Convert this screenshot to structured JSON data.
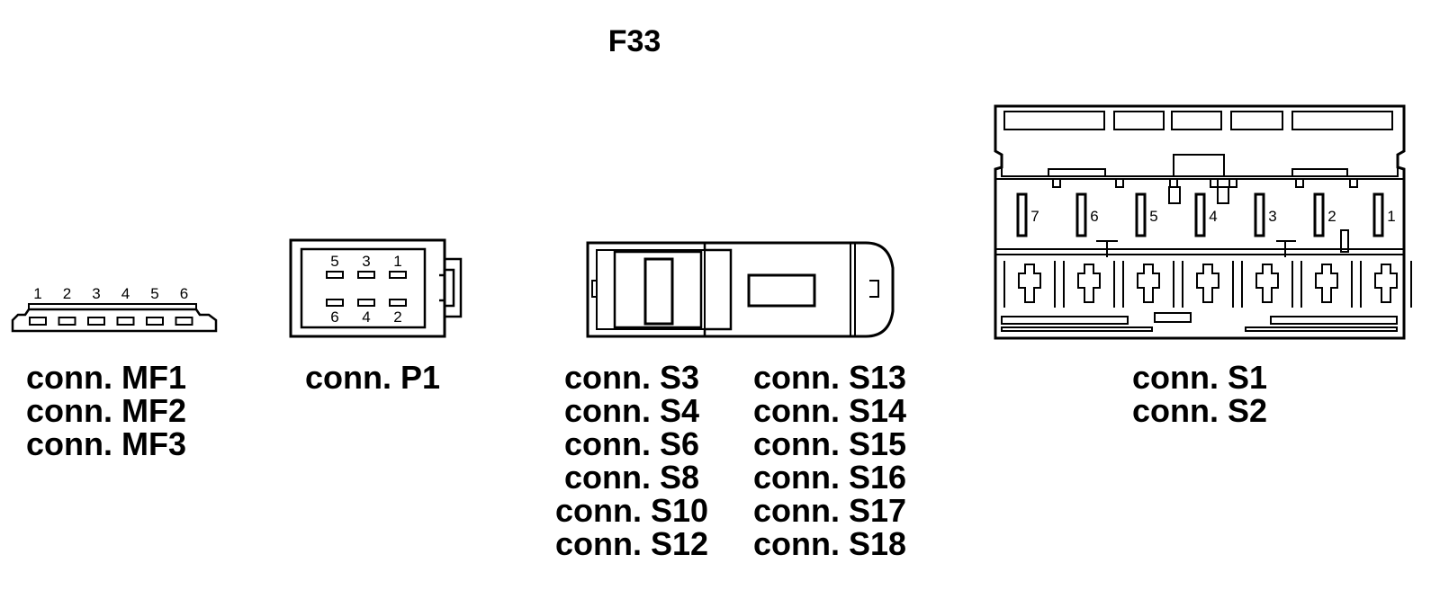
{
  "title": "F33",
  "connectors": {
    "mf": {
      "labels": [
        "conn. MF1",
        "conn. MF2",
        "conn. MF3"
      ],
      "pins": [
        "1",
        "2",
        "3",
        "4",
        "5",
        "6"
      ]
    },
    "p1": {
      "labels": [
        "conn. P1"
      ],
      "pins_top": [
        "5",
        "3",
        "1"
      ],
      "pins_bottom": [
        "6",
        "4",
        "2"
      ]
    },
    "s_small": {
      "labels_left": [
        "conn. S3",
        "conn. S4",
        "conn. S6",
        "conn. S8",
        "conn. S10",
        "conn. S12"
      ],
      "labels_right": [
        "conn. S13",
        "conn. S14",
        "conn. S15",
        "conn. S16",
        "conn. S17",
        "conn. S18"
      ]
    },
    "s_big": {
      "labels": [
        "conn. S1",
        "conn. S2"
      ],
      "pins": [
        "7",
        "6",
        "5",
        "4",
        "3",
        "2",
        "1"
      ]
    }
  }
}
